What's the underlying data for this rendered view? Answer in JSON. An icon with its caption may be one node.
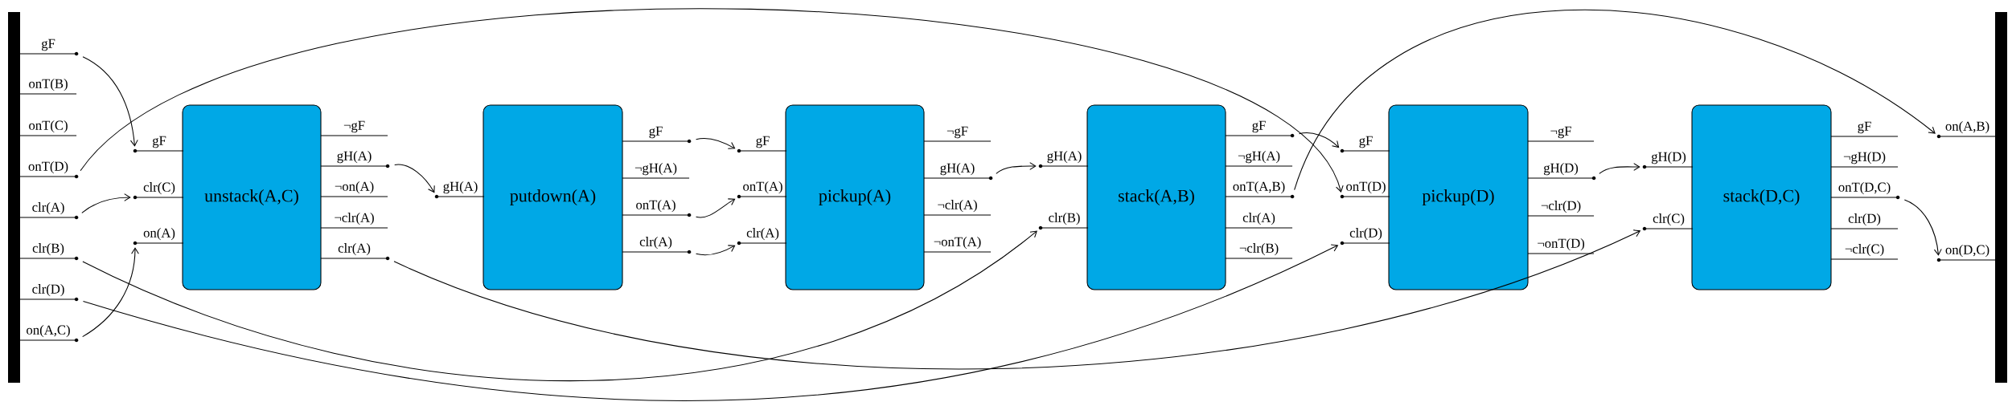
{
  "diagram": {
    "nodes": [
      {
        "text": [
          "gF"
        ]
      },
      {
        "text": [
          "onT(B)"
        ]
      },
      {
        "text": [
          "onT(C)"
        ]
      },
      {
        "text": [
          "onT(D)"
        ]
      },
      {
        "text": [
          "clr(A)"
        ]
      },
      {
        "text": [
          "clr(B)"
        ]
      },
      {
        "text": [
          "clr(D)"
        ]
      },
      {
        "text": [
          "on(A,C)"
        ]
      },
      {
        "text": [
          "unstack(A,C)"
        ]
      },
      {
        "text": [
          "gF"
        ]
      },
      {
        "text": [
          "clr(C)"
        ]
      },
      {
        "text": [
          "on(A)"
        ]
      },
      {
        "text": [
          "¬gF"
        ]
      },
      {
        "text": [
          "gH(A)"
        ]
      },
      {
        "text": [
          "¬on(A)"
        ]
      },
      {
        "text": [
          "¬clr(A)"
        ]
      },
      {
        "text": [
          "clr(A)"
        ]
      },
      {
        "text": [
          "putdown(A)"
        ]
      },
      {
        "text": [
          "gH(A)"
        ]
      },
      {
        "text": [
          "gF"
        ]
      },
      {
        "text": [
          "¬gH(A)"
        ]
      },
      {
        "text": [
          "onT(A)"
        ]
      },
      {
        "text": [
          "clr(A)"
        ]
      },
      {
        "text": [
          "pickup(A)"
        ]
      },
      {
        "text": [
          "gF"
        ]
      },
      {
        "text": [
          "onT(A)"
        ]
      },
      {
        "text": [
          "clr(A)"
        ]
      },
      {
        "text": [
          "¬gF"
        ]
      },
      {
        "text": [
          "gH(A)"
        ]
      },
      {
        "text": [
          "¬clr(A)"
        ]
      },
      {
        "text": [
          "¬onT(A)"
        ]
      },
      {
        "text": [
          "stack(A,B)"
        ]
      },
      {
        "text": [
          "gH(A)"
        ]
      },
      {
        "text": [
          "clr(B)"
        ]
      },
      {
        "text": [
          "gF"
        ]
      },
      {
        "text": [
          "¬gH(A)"
        ]
      },
      {
        "text": [
          "onT(A,B)"
        ]
      },
      {
        "text": [
          "clr(A)"
        ]
      },
      {
        "text": [
          "¬clr(B)"
        ]
      },
      {
        "text": [
          "pickup(D)"
        ]
      },
      {
        "text": [
          "gF"
        ]
      },
      {
        "text": [
          "onT(D)"
        ]
      },
      {
        "text": [
          "clr(D)"
        ]
      },
      {
        "text": [
          "¬gF"
        ]
      },
      {
        "text": [
          "gH(D)"
        ]
      },
      {
        "text": [
          "¬clr(D)"
        ]
      },
      {
        "text": [
          "¬onT(D)"
        ]
      },
      {
        "text": [
          "stack(D,C)"
        ]
      },
      {
        "text": [
          "gH(D)"
        ]
      },
      {
        "text": [
          "clr(C)"
        ]
      },
      {
        "text": [
          "gF"
        ]
      },
      {
        "text": [
          "¬gH(D)"
        ]
      },
      {
        "text": [
          "onT(D,C)"
        ]
      },
      {
        "text": [
          "clr(D)"
        ]
      },
      {
        "text": [
          "¬clr(C)"
        ]
      },
      {
        "text": [
          "on(A,B)"
        ]
      },
      {
        "text": [
          "on(D,C)"
        ]
      },
      {
        "text": [],
        "shape": "bar"
      },
      {
        "text": [],
        "shape": "bar"
      }
    ],
    "edges": [
      {
        "from": 0,
        "to": 9,
        "arrow": "to"
      },
      {
        "from": 3,
        "to": 41,
        "arrow": "to"
      },
      {
        "from": 4,
        "to": 10,
        "arrow": "to"
      },
      {
        "from": 5,
        "to": 33,
        "arrow": "to"
      },
      {
        "from": 6,
        "to": 42,
        "arrow": "to"
      },
      {
        "from": 7,
        "to": 11,
        "arrow": "to"
      },
      {
        "from": 13,
        "to": 18,
        "arrow": "to"
      },
      {
        "from": 16,
        "to": 49,
        "arrow": "to"
      },
      {
        "from": 19,
        "to": 24,
        "arrow": "to"
      },
      {
        "from": 21,
        "to": 25,
        "arrow": "to"
      },
      {
        "from": 22,
        "to": 26,
        "arrow": "to"
      },
      {
        "from": 28,
        "to": 32,
        "arrow": "to"
      },
      {
        "from": 34,
        "to": 40,
        "arrow": "to"
      },
      {
        "from": 36,
        "to": 55,
        "arrow": "to"
      },
      {
        "from": 44,
        "to": 48,
        "arrow": "to"
      },
      {
        "from": 52,
        "to": 56,
        "arrow": "to"
      }
    ]
  }
}
